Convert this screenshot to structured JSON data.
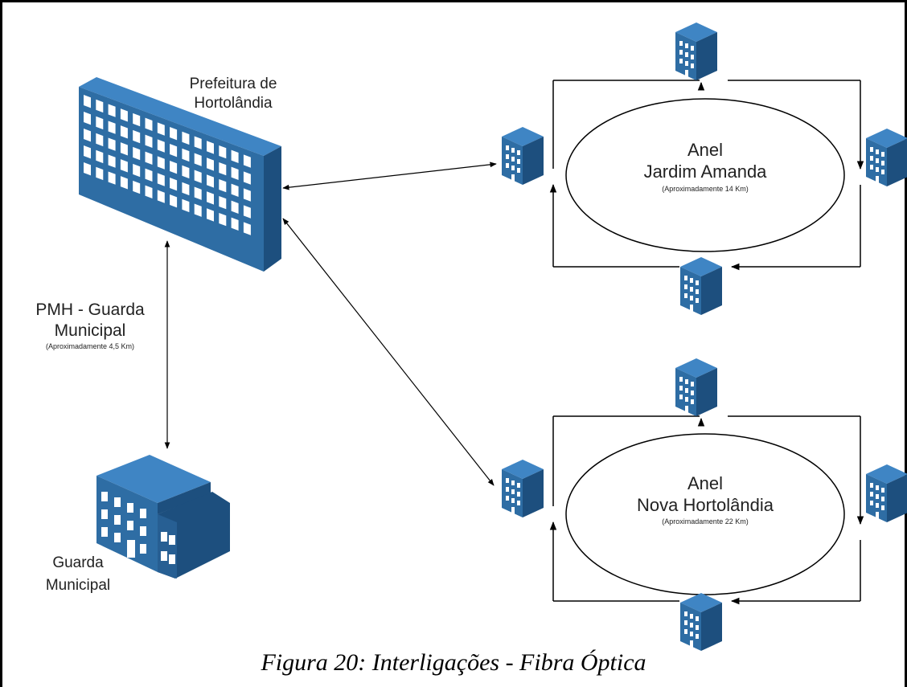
{
  "nodes": {
    "prefeitura": {
      "label_line1": "Prefeitura de",
      "label_line2": "Hortolândia"
    },
    "guarda": {
      "label_line1": "Guarda",
      "label_line2": "Municipal"
    }
  },
  "links": {
    "pmh_guarda": {
      "line1": "PMH - Guarda",
      "line2": "Municipal",
      "distance": "(Aproximadamente 4,5 Km)"
    }
  },
  "rings": [
    {
      "line1": "Anel",
      "line2": "Jardim Amanda",
      "distance": "(Aproximadamente 14 Km)"
    },
    {
      "line1": "Anel",
      "line2": "Nova Hortolândia",
      "distance": "(Aproximadamente 22 Km)"
    }
  ],
  "caption": "Figura 20: Interligações - Fibra Óptica",
  "colors": {
    "building_front": "#2e6da4",
    "building_side": "#1d4f7e",
    "building_top": "#3f85c4",
    "window": "#ffffff",
    "line": "#000000"
  }
}
